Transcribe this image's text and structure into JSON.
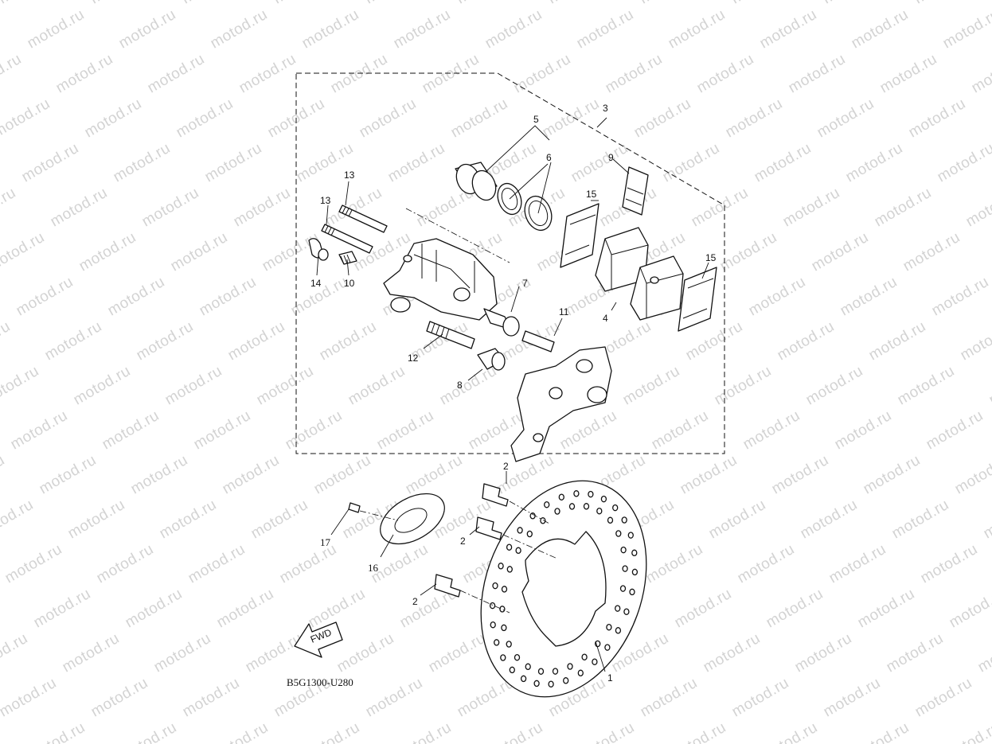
{
  "watermark": {
    "text": "motod.ru"
  },
  "diagram_code": "B5G1300-U280",
  "fwd_arrow": {
    "text": "FWD"
  },
  "callouts": {
    "c1": "1",
    "c2a": "2",
    "c2b": "2",
    "c2c": "2",
    "c3": "3",
    "c4": "4",
    "c5": "5",
    "c6": "6",
    "c7": "7",
    "c8": "8",
    "c9": "9",
    "c10": "10",
    "c11": "11",
    "c12": "12",
    "c13a": "13",
    "c13b": "13",
    "c14": "14",
    "c15a": "15",
    "c15b": "15",
    "c16": "16",
    "c17": "17"
  },
  "colors": {
    "line": "#111111",
    "watermark": "#d3d3d3",
    "background": "#ffffff"
  }
}
